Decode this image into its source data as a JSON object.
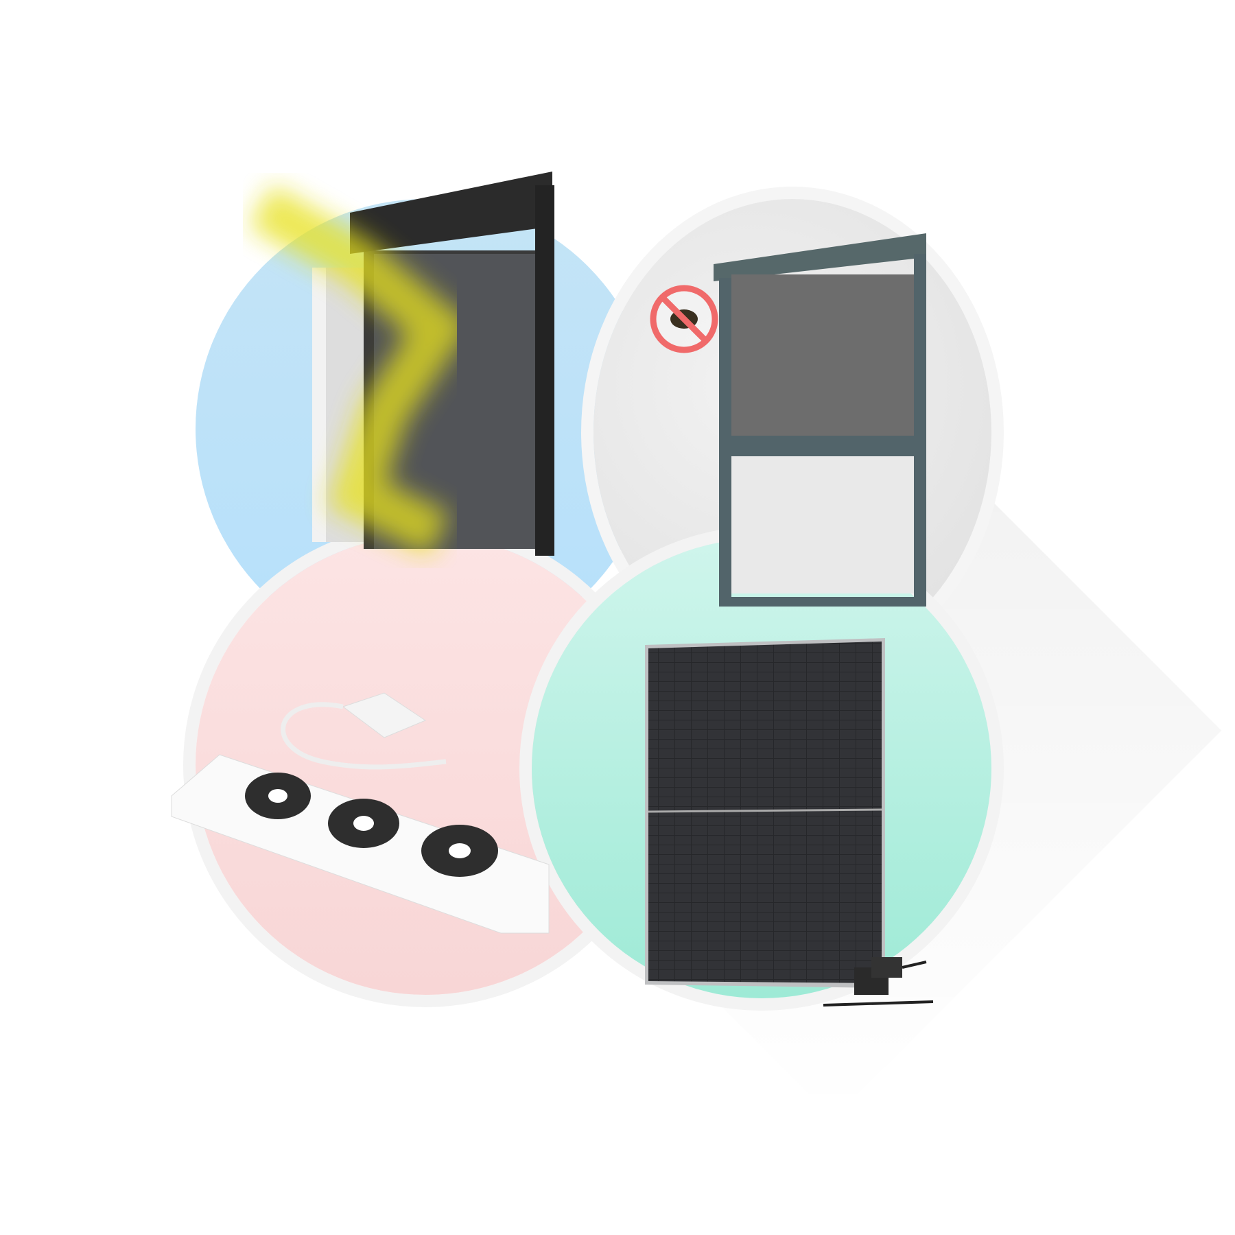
{
  "scene": {
    "products": [
      {
        "name": "sun-protection-screen",
        "icon": "roller-screen-icon"
      },
      {
        "name": "insect-screen",
        "icon": "no-insects-icon"
      },
      {
        "name": "radiator-fan",
        "icon": "fan-icon"
      },
      {
        "name": "solar-panel",
        "icon": "solar-panel-icon"
      }
    ]
  },
  "colors": {
    "blue_circle": "#bfe3f8",
    "grey_circle": "#e6e6e6",
    "pink_circle": "#f9dcdc",
    "green_circle": "#a8eedb",
    "sun": "#e8e020",
    "prohibit": "#f06a6a",
    "frame_dark": "#2f2f2f",
    "frame_teal": "#4d5e60",
    "solar_cell": "#2a2b2e"
  }
}
